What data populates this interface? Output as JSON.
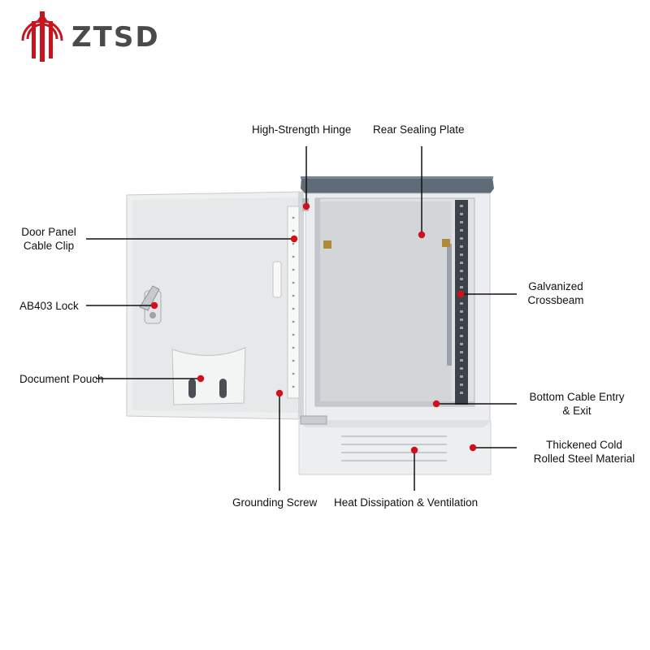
{
  "brand": {
    "name": "ZTSD",
    "logo_icon": "ztsd-logo-emblem",
    "accent_color": "#c8141e"
  },
  "product": {
    "subject": "outdoor electrical cabinet",
    "roof_color": "#5f6b77",
    "body_color": "#eeefef"
  },
  "labels": {
    "hinge": "High-Strength Hinge",
    "rear_plate": "Rear Sealing Plate",
    "door_clip_1": "Door Panel",
    "door_clip_2": "Cable Clip",
    "lock": "AB403 Lock",
    "pouch": "Document Pouch",
    "crossbeam_1": "Galvanized",
    "crossbeam_2": "Crossbeam",
    "cable_entry_1": "Bottom Cable Entry",
    "cable_entry_2": "& Exit",
    "steel_1": "Thickened Cold",
    "steel_2": "Rolled Steel Material",
    "grounding": "Grounding Screw",
    "ventilation": "Heat Dissipation & Ventilation"
  }
}
